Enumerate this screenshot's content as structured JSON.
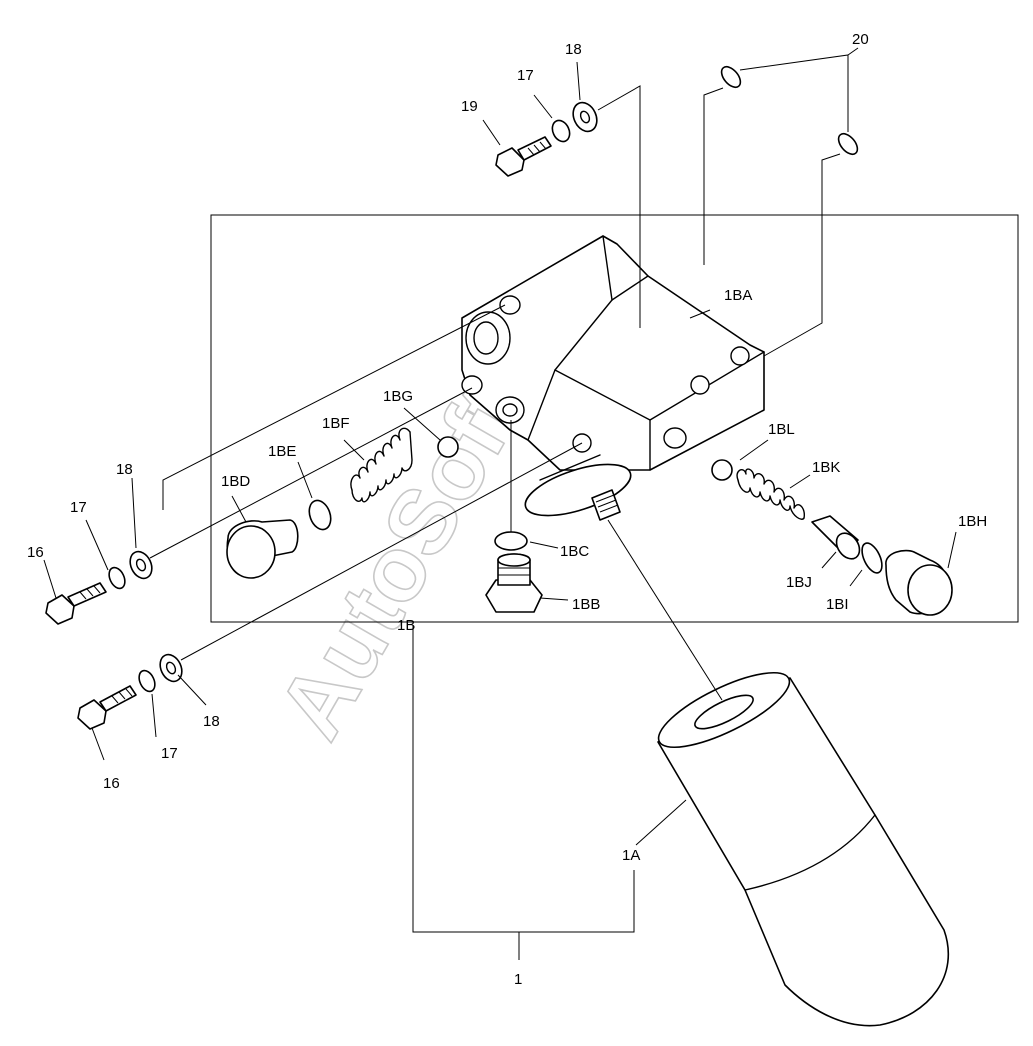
{
  "watermark": "AutoSoft",
  "labels": {
    "l1": "1",
    "l1a": "1A",
    "l1b": "1B",
    "l1ba": "1BA",
    "l1bb": "1BB",
    "l1bc": "1BC",
    "l1bd": "1BD",
    "l1be": "1BE",
    "l1bf": "1BF",
    "l1bg": "1BG",
    "l1bh": "1BH",
    "l1bi": "1BI",
    "l1bj": "1BJ",
    "l1bk": "1BK",
    "l1bl": "1BL",
    "l16a": "16",
    "l16b": "16",
    "l17a": "17",
    "l17b": "17",
    "l17c": "17",
    "l18a": "18",
    "l18b": "18",
    "l18c": "18",
    "l19": "19",
    "l20": "20"
  }
}
